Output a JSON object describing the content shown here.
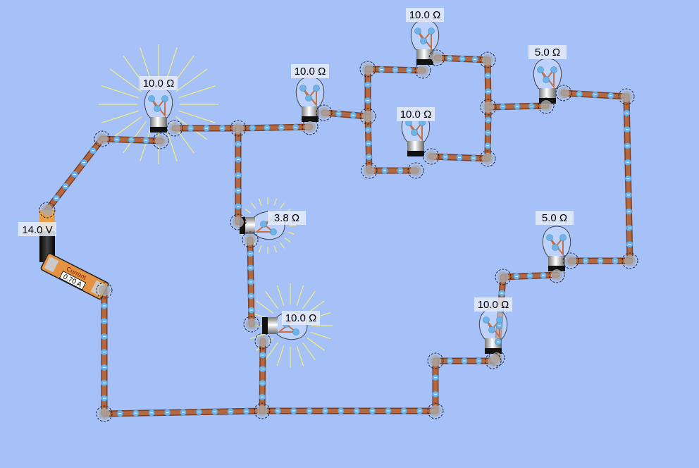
{
  "battery": {
    "voltage_label": "14.0 V"
  },
  "ammeter": {
    "title": "Current",
    "value": "0.70 A"
  },
  "bulbs": [
    {
      "id": "bulb-1",
      "resistance_label": "10.0 Ω",
      "lit": true
    },
    {
      "id": "bulb-2",
      "resistance_label": "10.0 Ω",
      "lit": false
    },
    {
      "id": "bulb-3",
      "resistance_label": "10.0 Ω",
      "lit": false
    },
    {
      "id": "bulb-4",
      "resistance_label": "10.0 Ω",
      "lit": false
    },
    {
      "id": "bulb-5",
      "resistance_label": "5.0 Ω",
      "lit": false
    },
    {
      "id": "bulb-6",
      "resistance_label": "5.0 Ω",
      "lit": false
    },
    {
      "id": "bulb-7",
      "resistance_label": "10.0 Ω",
      "lit": false
    },
    {
      "id": "bulb-8",
      "resistance_label": "3.8 Ω",
      "lit": true
    },
    {
      "id": "bulb-9",
      "resistance_label": "10.0 Ω",
      "lit": true
    }
  ],
  "colors": {
    "background": "#a6c0f8",
    "wire": "#b5673f",
    "electron": "#6fb4e8",
    "glow": "#f4f07a"
  }
}
